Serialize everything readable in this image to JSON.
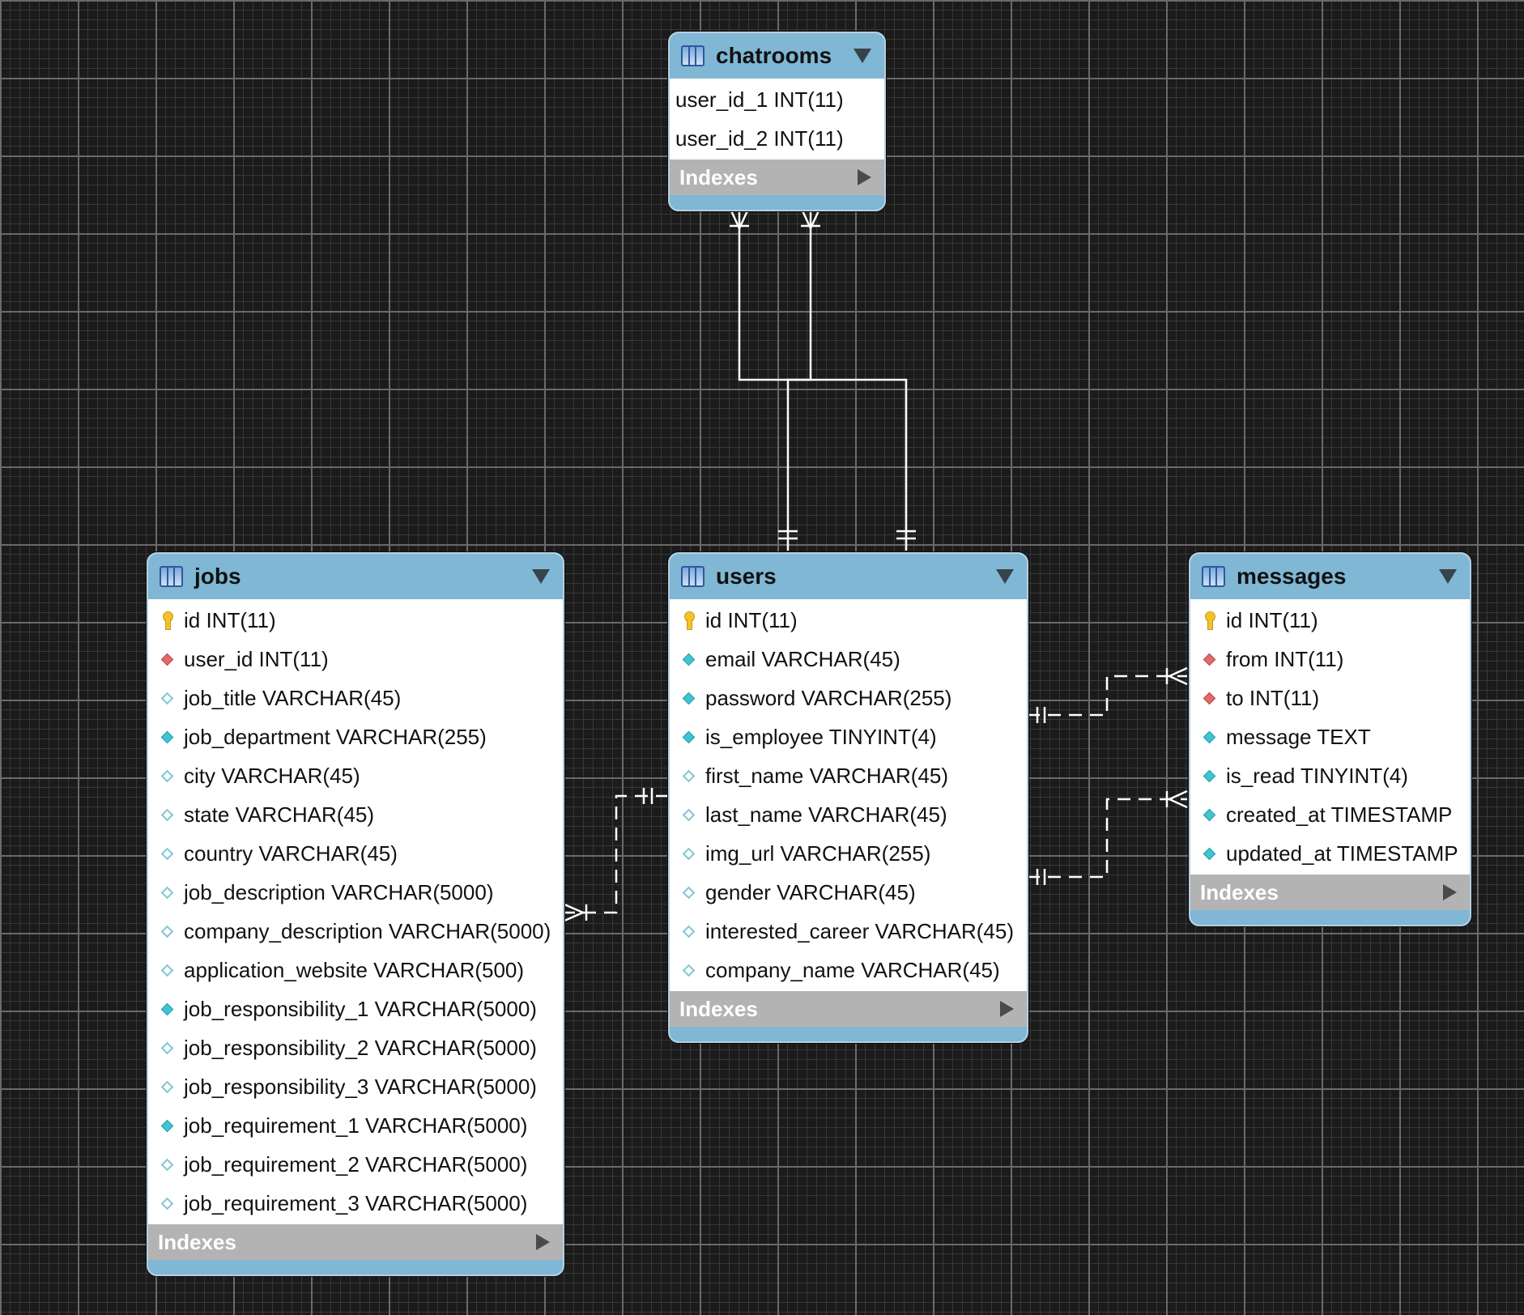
{
  "tables": {
    "chatrooms": {
      "name": "chatrooms",
      "columns": [
        {
          "text": "user_id_1 INT(11)",
          "marker": "none"
        },
        {
          "text": "user_id_2 INT(11)",
          "marker": "none"
        }
      ],
      "indexes_label": "Indexes"
    },
    "jobs": {
      "name": "jobs",
      "columns": [
        {
          "text": "id INT(11)",
          "marker": "primary-key"
        },
        {
          "text": "user_id INT(11)",
          "marker": "foreign-key"
        },
        {
          "text": "job_title VARCHAR(45)",
          "marker": "nullable"
        },
        {
          "text": "job_department VARCHAR(255)",
          "marker": "not-null"
        },
        {
          "text": "city VARCHAR(45)",
          "marker": "nullable"
        },
        {
          "text": "state VARCHAR(45)",
          "marker": "nullable"
        },
        {
          "text": "country VARCHAR(45)",
          "marker": "nullable"
        },
        {
          "text": "job_description VARCHAR(5000)",
          "marker": "nullable"
        },
        {
          "text": "company_description VARCHAR(5000)",
          "marker": "nullable"
        },
        {
          "text": "application_website VARCHAR(500)",
          "marker": "nullable"
        },
        {
          "text": "job_responsibility_1 VARCHAR(5000)",
          "marker": "not-null"
        },
        {
          "text": "job_responsibility_2 VARCHAR(5000)",
          "marker": "nullable"
        },
        {
          "text": "job_responsibility_3 VARCHAR(5000)",
          "marker": "nullable"
        },
        {
          "text": "job_requirement_1 VARCHAR(5000)",
          "marker": "not-null"
        },
        {
          "text": "job_requirement_2 VARCHAR(5000)",
          "marker": "nullable"
        },
        {
          "text": "job_requirement_3 VARCHAR(5000)",
          "marker": "nullable"
        }
      ],
      "indexes_label": "Indexes"
    },
    "users": {
      "name": "users",
      "columns": [
        {
          "text": "id INT(11)",
          "marker": "primary-key"
        },
        {
          "text": "email VARCHAR(45)",
          "marker": "not-null"
        },
        {
          "text": "password VARCHAR(255)",
          "marker": "not-null"
        },
        {
          "text": "is_employee TINYINT(4)",
          "marker": "not-null"
        },
        {
          "text": "first_name VARCHAR(45)",
          "marker": "nullable"
        },
        {
          "text": "last_name VARCHAR(45)",
          "marker": "nullable"
        },
        {
          "text": "img_url VARCHAR(255)",
          "marker": "nullable"
        },
        {
          "text": "gender VARCHAR(45)",
          "marker": "nullable"
        },
        {
          "text": "interested_career VARCHAR(45)",
          "marker": "nullable"
        },
        {
          "text": "company_name VARCHAR(45)",
          "marker": "nullable"
        }
      ],
      "indexes_label": "Indexes"
    },
    "messages": {
      "name": "messages",
      "columns": [
        {
          "text": "id INT(11)",
          "marker": "primary-key"
        },
        {
          "text": "from INT(11)",
          "marker": "foreign-key"
        },
        {
          "text": "to INT(11)",
          "marker": "foreign-key"
        },
        {
          "text": "message TEXT",
          "marker": "not-null"
        },
        {
          "text": "is_read TINYINT(4)",
          "marker": "not-null"
        },
        {
          "text": "created_at TIMESTAMP",
          "marker": "not-null"
        },
        {
          "text": "updated_at TIMESTAMP",
          "marker": "not-null"
        }
      ],
      "indexes_label": "Indexes"
    }
  },
  "relationships": [
    {
      "from": "users",
      "to": "chatrooms",
      "kind": "identifying",
      "cardinality": "one-to-many"
    },
    {
      "from": "users",
      "to": "chatrooms",
      "kind": "identifying",
      "cardinality": "one-to-many"
    },
    {
      "from": "users",
      "to": "jobs",
      "kind": "non-identifying",
      "cardinality": "one-to-many"
    },
    {
      "from": "users",
      "to": "messages",
      "kind": "non-identifying",
      "cardinality": "one-to-many"
    },
    {
      "from": "users",
      "to": "messages",
      "kind": "non-identifying",
      "cardinality": "one-to-many"
    }
  ],
  "colors": {
    "canvas": "#1b1b1b",
    "header": "#7fb7d4",
    "indexes_bar": "#b3b3b3",
    "connector": "#ffffff"
  },
  "icons": {
    "table": "table-icon",
    "collapse": "chevron-down-icon",
    "expand": "chevron-right-icon",
    "primary_key": "key-icon",
    "foreign_key": "red-diamond-icon",
    "not_null": "filled-diamond-icon",
    "nullable": "hollow-diamond-icon"
  }
}
